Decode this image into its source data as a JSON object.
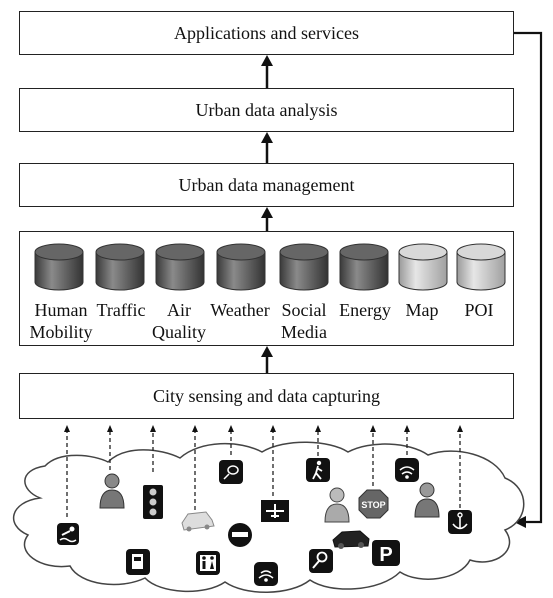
{
  "layers": {
    "applications": "Applications and services",
    "analysis": "Urban data analysis",
    "management": "Urban data management",
    "sensing": "City sensing and data capturing"
  },
  "sources": [
    {
      "line1": "Human",
      "line2": "Mobility",
      "shade": "dark"
    },
    {
      "line1": "Traffic",
      "line2": "",
      "shade": "dark"
    },
    {
      "line1": "Air",
      "line2": "Quality",
      "shade": "dark"
    },
    {
      "line1": "Weather",
      "line2": "",
      "shade": "dark"
    },
    {
      "line1": "Social",
      "line2": "Media",
      "shade": "dark"
    },
    {
      "line1": "Energy",
      "line2": "",
      "shade": "dark"
    },
    {
      "line1": "Map",
      "line2": "",
      "shade": "light"
    },
    {
      "line1": "POI",
      "line2": "",
      "shade": "light"
    }
  ],
  "cloud_icons": {
    "stop_sign_text": "STOP",
    "parking_sign_text": "P"
  }
}
